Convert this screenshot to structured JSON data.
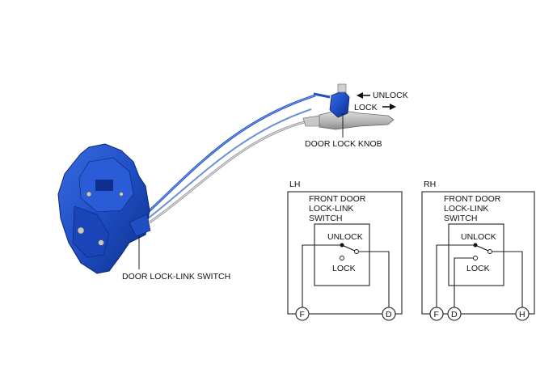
{
  "labels": {
    "unlock": "UNLOCK",
    "lock": "LOCK",
    "door_lock_knob": "DOOR LOCK KNOB",
    "door_lock_link_switch": "DOOR LOCK-LINK SWITCH"
  },
  "lh": {
    "side": "LH",
    "title_line1": "FRONT DOOR",
    "title_line2": "LOCK-LINK",
    "title_line3": "SWITCH",
    "unlock": "UNLOCK",
    "lock": "LOCK",
    "terminals": [
      "F",
      "D"
    ]
  },
  "rh": {
    "side": "RH",
    "title_line1": "FRONT DOOR",
    "title_line2": "LOCK-LINK",
    "title_line3": "SWITCH",
    "unlock": "UNLOCK",
    "lock": "LOCK",
    "terminals": [
      "F",
      "D",
      "H"
    ]
  },
  "colors": {
    "actuator_blue": "#1f4fc4",
    "actuator_dark": "#0d2e8a",
    "cable_gray": "#9aa0a6",
    "handle_gray": "#b5b5b5"
  },
  "icons": [
    "arrow-left-icon",
    "arrow-right-icon"
  ]
}
